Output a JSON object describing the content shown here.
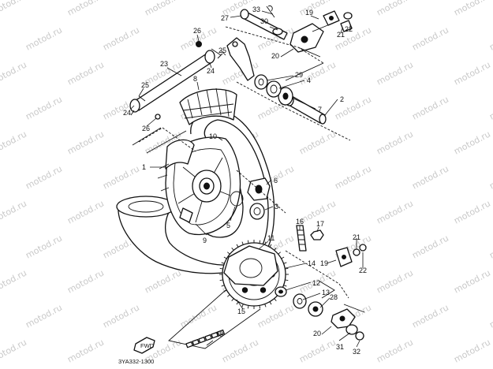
{
  "watermark": "motod.ru",
  "drawing_code": "3YA332-1300",
  "fwd_label": "FWD",
  "callouts": [
    "33",
    "30",
    "27",
    "19",
    "22",
    "21",
    "20",
    "26",
    "25",
    "23",
    "24",
    "8",
    "29",
    "4",
    "7",
    "2",
    "25",
    "24",
    "26",
    "10",
    "1",
    "6",
    "3",
    "5",
    "9",
    "16",
    "17",
    "11",
    "14",
    "12",
    "13",
    "28",
    "15",
    "19",
    "21",
    "22",
    "18",
    "20",
    "31",
    "32"
  ]
}
